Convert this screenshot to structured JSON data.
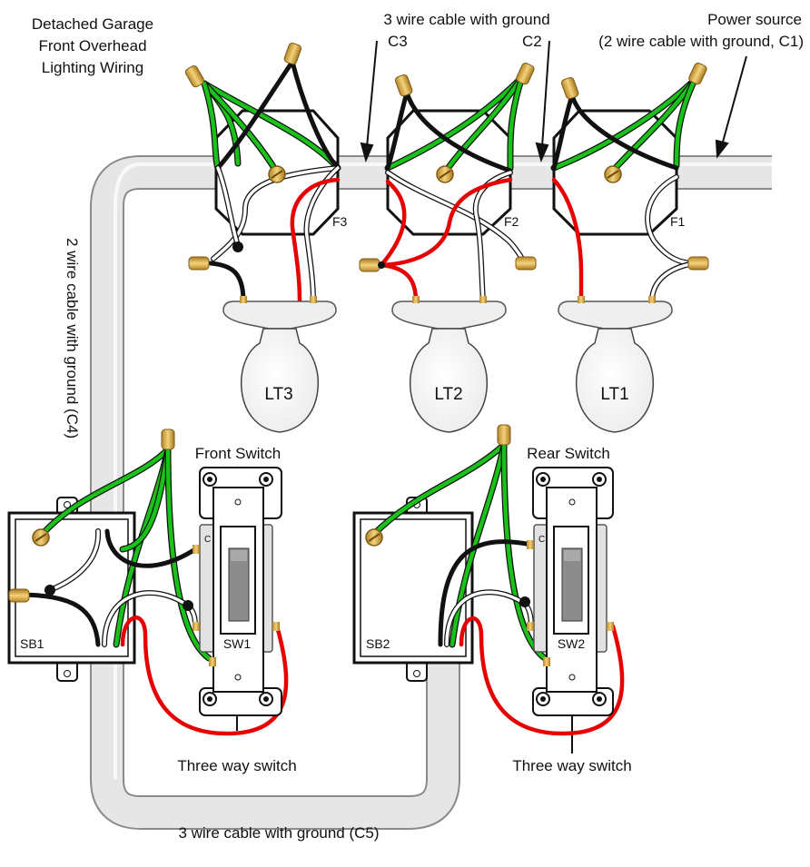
{
  "title": {
    "line1": "Detached Garage",
    "line2": "Front Overhead",
    "line3": "Lighting Wiring"
  },
  "cables": {
    "c3_c2_label": "3 wire cable with ground",
    "c3": "C3",
    "c2": "C2",
    "power_line1": "Power source",
    "power_line2": "(2 wire cable with ground, C1)",
    "c4": "2 wire cable with ground (C4)",
    "c5": "3 wire cable with ground (C5)"
  },
  "fixtures": {
    "f3": "F3",
    "f2": "F2",
    "f1": "F1"
  },
  "lights": {
    "lt3": "LT3",
    "lt2": "LT2",
    "lt1": "LT1"
  },
  "switches": {
    "front_title": "Front Switch",
    "rear_title": "Rear Switch",
    "sw1": "SW1",
    "sw2": "SW2",
    "sb1": "SB1",
    "sb2": "SB2",
    "front_type": "Three way switch",
    "rear_type": "Three way switch",
    "common_marker": "C"
  },
  "colors": {
    "ground": "#19c219",
    "hot": "#e60000",
    "neutral": "#ffffff",
    "black": "#111111",
    "wire_nut": "#e0b43c",
    "conduit": "#e4e4e4"
  }
}
